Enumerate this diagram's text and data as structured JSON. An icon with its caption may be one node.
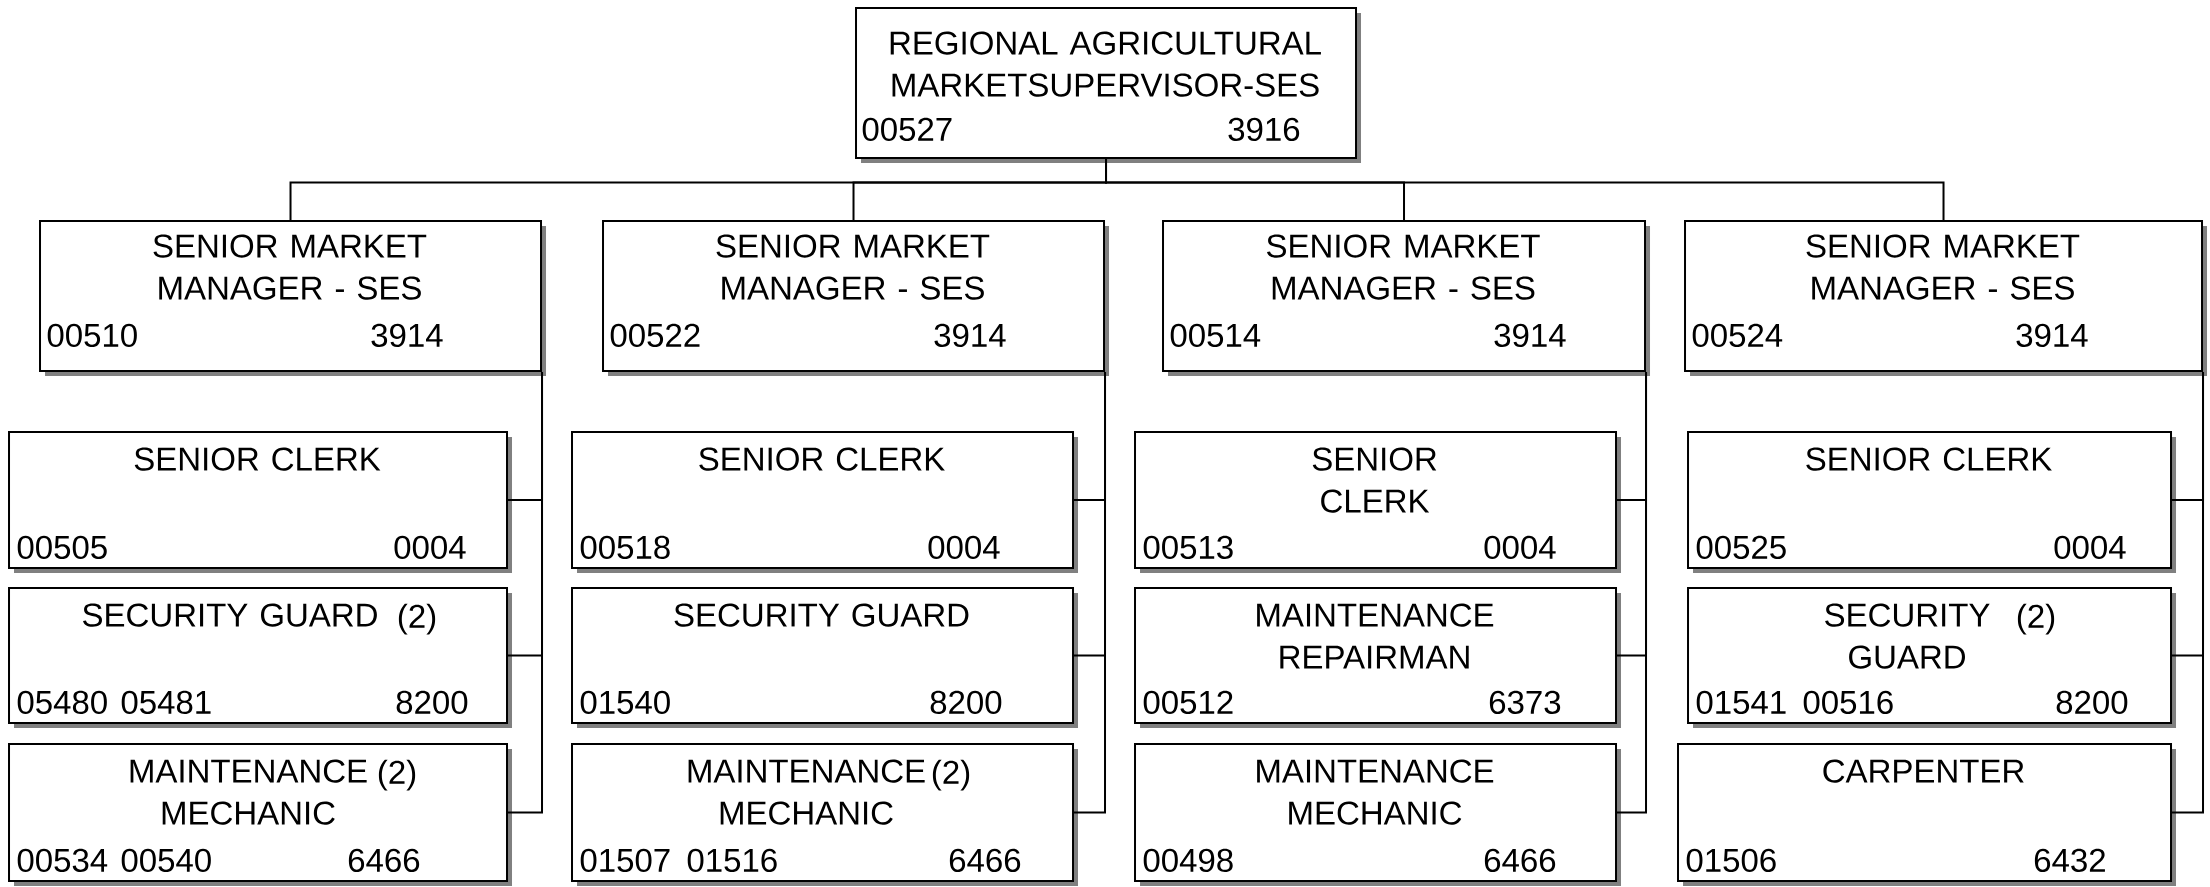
{
  "diagram": {
    "nodes": [
      {
        "text": [
          "REGIONAL AGRICULTURAL MARKETSUPERVISOR-SES",
          "00527",
          "3916"
        ]
      },
      {
        "text": [
          "SENIOR MARKET MANAGER - SES",
          "00510",
          "3914"
        ]
      },
      {
        "text": [
          "SENIOR MARKET MANAGER - SES",
          "00522",
          "3914"
        ]
      },
      {
        "text": [
          "SENIOR MARKET MANAGER - SES",
          "00514",
          "3914"
        ]
      },
      {
        "text": [
          "SENIOR MARKET MANAGER - SES",
          "00524",
          "3914"
        ]
      },
      {
        "text": [
          "SENIOR CLERK",
          "00505",
          "0004"
        ]
      },
      {
        "text": [
          "SECURITY GUARD",
          "(2)",
          "05480",
          "05481",
          "8200"
        ]
      },
      {
        "text": [
          "MAINTENANCE MECHANIC",
          "(2)",
          "00534",
          "00540",
          "6466"
        ]
      },
      {
        "text": [
          "SENIOR CLERK",
          "00518",
          "0004"
        ]
      },
      {
        "text": [
          "SECURITY GUARD",
          "01540",
          "8200"
        ]
      },
      {
        "text": [
          "MAINTENANCE MECHANIC",
          "(2)",
          "01507",
          "01516",
          "6466"
        ]
      },
      {
        "text": [
          "SENIOR CLERK",
          "00513",
          "0004"
        ]
      },
      {
        "text": [
          "MAINTENANCE REPAIRMAN",
          "00512",
          "6373"
        ]
      },
      {
        "text": [
          "MAINTENANCE MECHANIC",
          "00498",
          "6466"
        ]
      },
      {
        "text": [
          "SENIOR CLERK",
          "00525",
          "0004"
        ]
      },
      {
        "text": [
          "SECURITY GUARD",
          "(2)",
          "01541",
          "00516",
          "8200"
        ]
      },
      {
        "text": [
          "CARPENTER",
          "01506",
          "6432"
        ]
      }
    ],
    "edges": [
      {
        "from": 0,
        "to": 1,
        "arrow": "none"
      },
      {
        "from": 0,
        "to": 2,
        "arrow": "none"
      },
      {
        "from": 0,
        "to": 3,
        "arrow": "none"
      },
      {
        "from": 0,
        "to": 4,
        "arrow": "none"
      },
      {
        "from": 1,
        "to": 5,
        "arrow": "none"
      },
      {
        "from": 1,
        "to": 6,
        "arrow": "none"
      },
      {
        "from": 1,
        "to": 7,
        "arrow": "none"
      },
      {
        "from": 2,
        "to": 8,
        "arrow": "none"
      },
      {
        "from": 2,
        "to": 9,
        "arrow": "none"
      },
      {
        "from": 2,
        "to": 10,
        "arrow": "none"
      },
      {
        "from": 3,
        "to": 11,
        "arrow": "none"
      },
      {
        "from": 3,
        "to": 12,
        "arrow": "none"
      },
      {
        "from": 3,
        "to": 13,
        "arrow": "none"
      },
      {
        "from": 4,
        "to": 14,
        "arrow": "none"
      },
      {
        "from": 4,
        "to": 15,
        "arrow": "none"
      },
      {
        "from": 4,
        "to": 16,
        "arrow": "none"
      }
    ]
  }
}
